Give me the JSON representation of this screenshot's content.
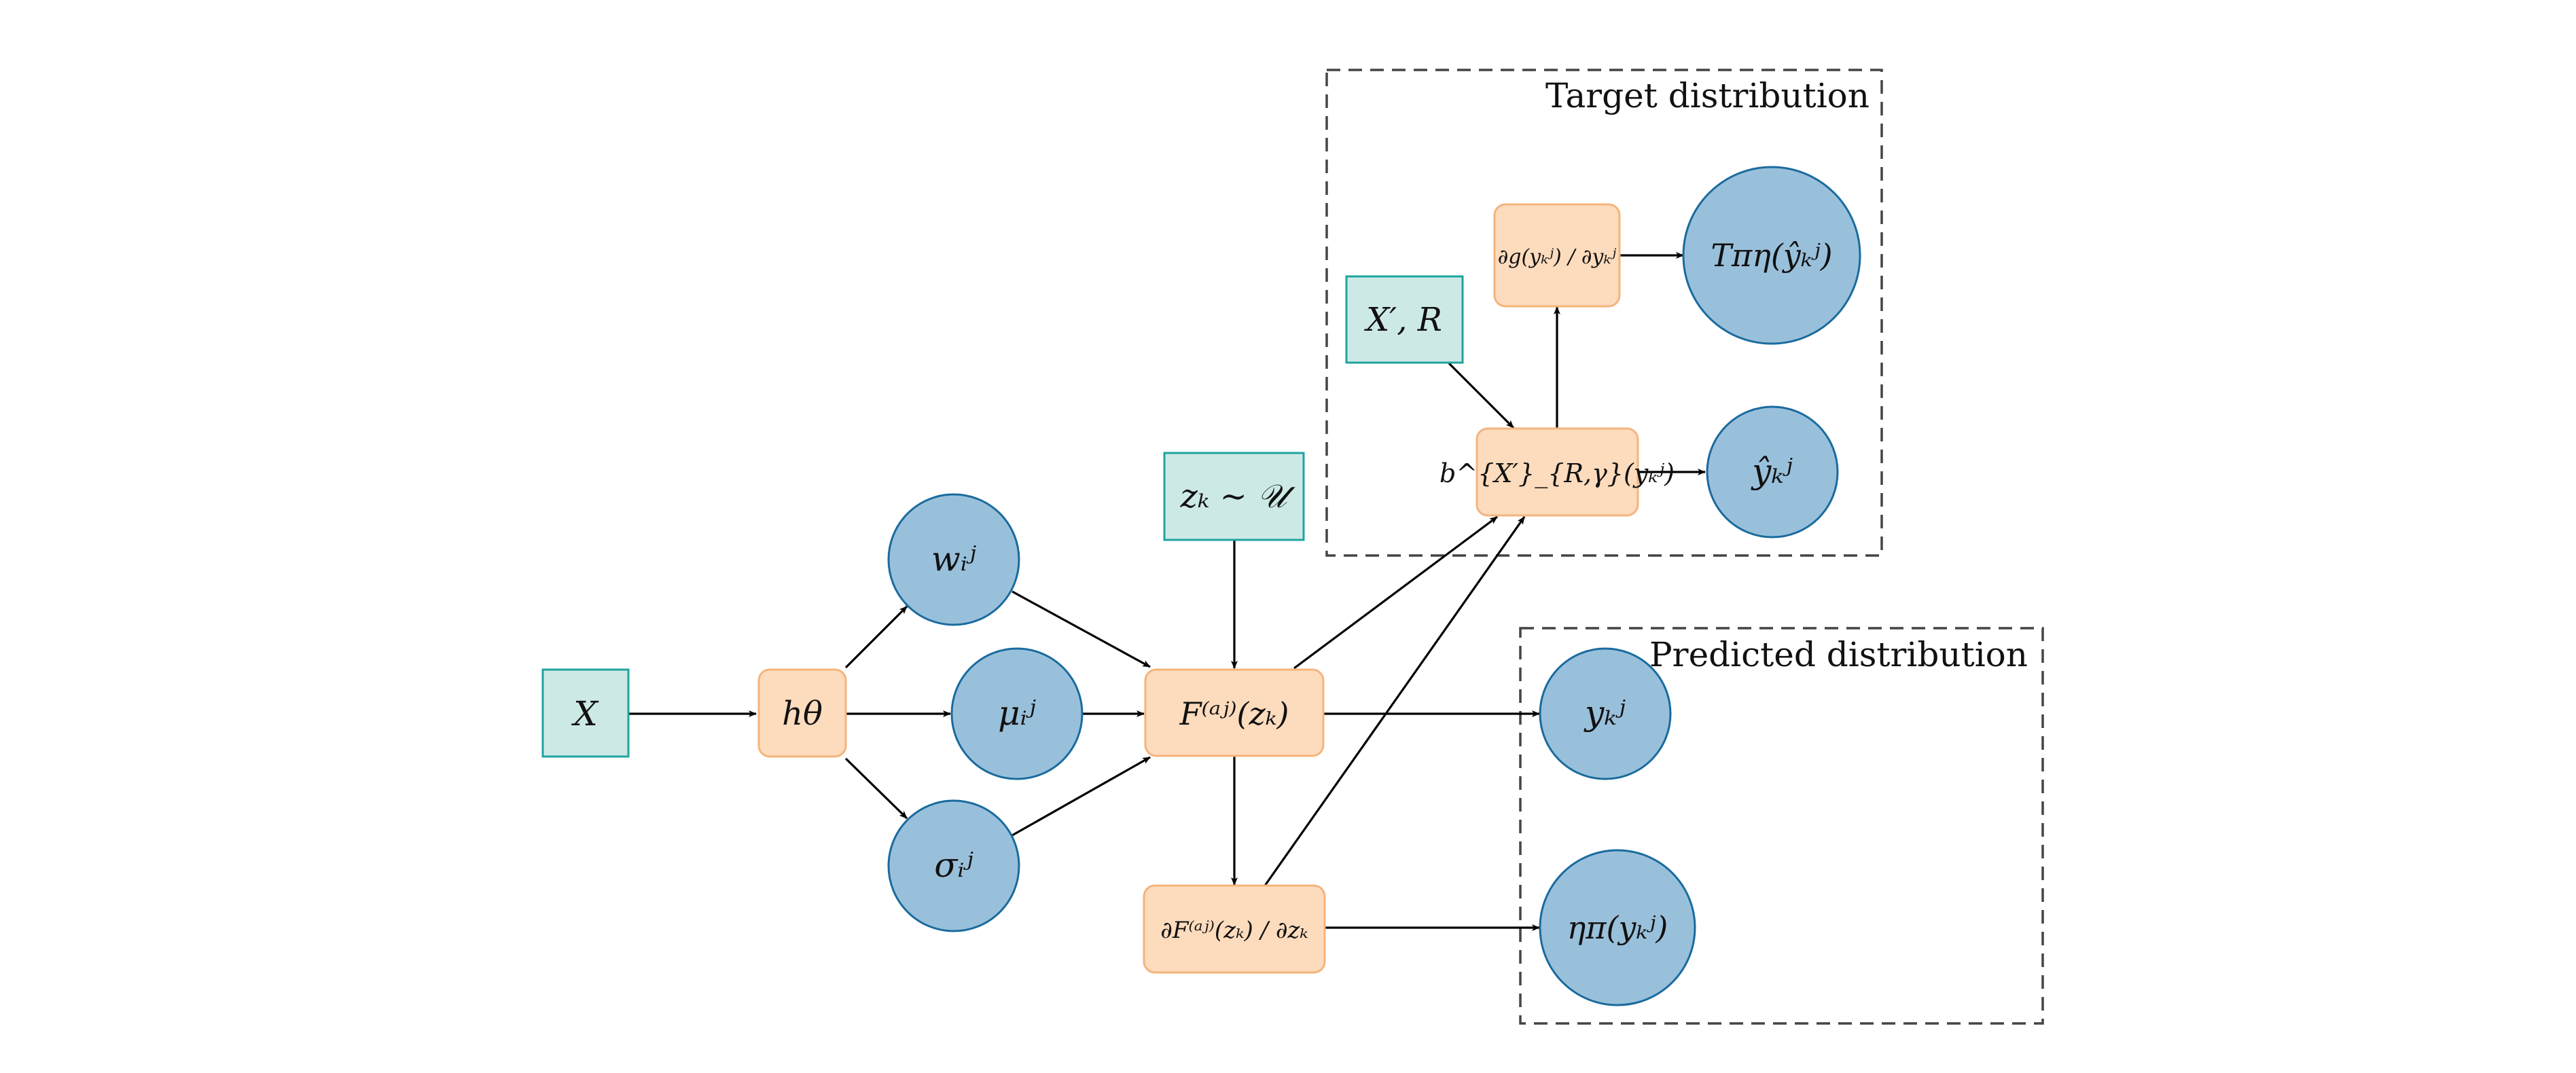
{
  "colors": {
    "input_fill": "#cde9e6",
    "input_stroke": "#1fa49f",
    "op_fill": "#fddbbd",
    "op_stroke": "#f4b47c",
    "dist_fill": "#99c0db",
    "dist_stroke": "#1a6b9e",
    "frame_stroke": "#444444",
    "edge": "#000000"
  },
  "boxes": {
    "target": "Target distribution",
    "predicted": "Predicted distribution"
  },
  "nodes": {
    "X": "X",
    "h_theta": "hθ",
    "w": "wᵢʲ",
    "mu": "μᵢʲ",
    "sigma": "σᵢʲ",
    "z_sample": "zₖ ∼ 𝒰",
    "F": "F⁽ᵃʲ⁾(zₖ)",
    "dF_dz": "∂F⁽ᵃʲ⁾(zₖ) / ∂zₖ",
    "X_prime_R": "X′, R",
    "b": "b^{X′}_{R,γ}(yₖʲ)",
    "dg_dy": "∂g(yₖʲ) / ∂yₖʲ",
    "T_eta": "Tπη(ŷₖʲ)",
    "y_hat": "ŷₖʲ",
    "y": "yₖʲ",
    "eta": "ηπ(yₖʲ)"
  }
}
